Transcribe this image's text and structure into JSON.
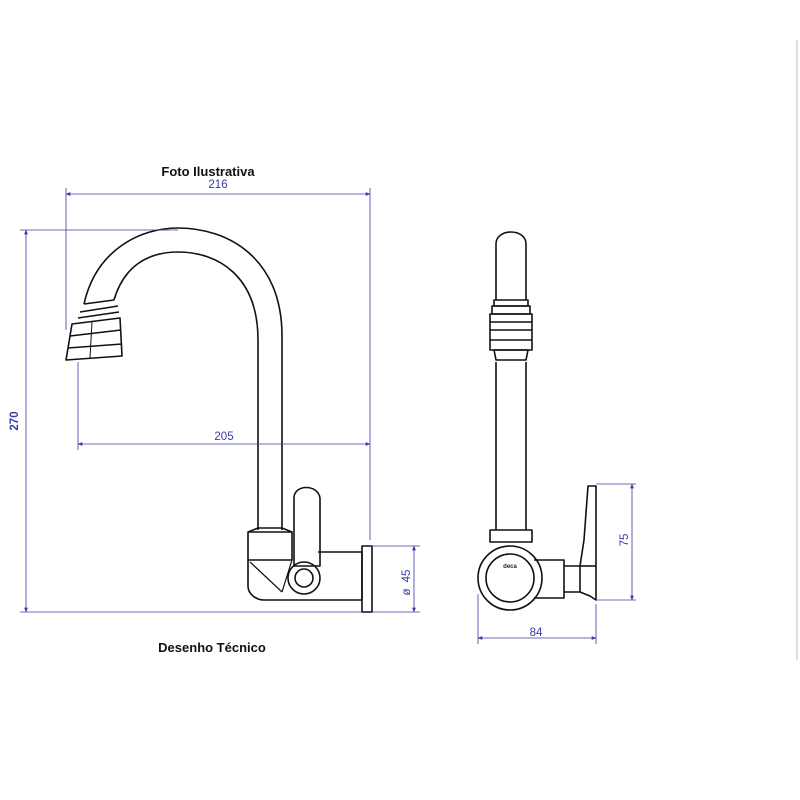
{
  "captions": {
    "top": "Foto Ilustrativa",
    "bottom": "Desenho Técnico"
  },
  "dimensions": {
    "width_top": "216",
    "height_left": "270",
    "reach": "205",
    "diameter": "45",
    "handle_height": "75",
    "depth": "84"
  },
  "brand_label": "deca",
  "colors": {
    "dimension": "#3a3aa8",
    "line": "#111111",
    "background": "#ffffff"
  }
}
